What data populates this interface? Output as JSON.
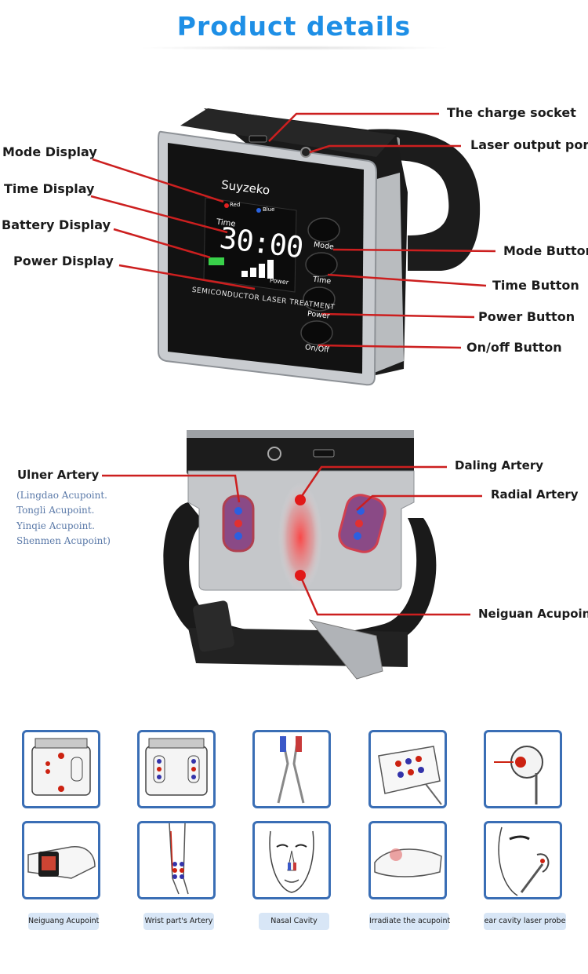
{
  "header": {
    "title": "Product details"
  },
  "device_top": {
    "brand": "Suyzeko",
    "screen": {
      "red_label": "Red",
      "blue_label": "Blue",
      "time_label": "Time",
      "time_value": "30:00",
      "power_label": "Power"
    },
    "bezel_text": "SEMICONDUCTOR LASER TREATMENT",
    "buttons": [
      "Mode",
      "Time",
      "Power",
      "On/Off"
    ]
  },
  "callouts_top": {
    "left": [
      "Mode Display",
      "Time Display",
      "Battery Display",
      "Power Display"
    ],
    "right": [
      "The charge socket",
      "Laser output port",
      "Mode Button",
      "Time Button",
      "Power Button",
      "On/off Button"
    ]
  },
  "callouts_bottom": {
    "ulner_artery": "Ulner Artery",
    "acupoints": [
      "(Lingdao Acupoint.",
      "Tongli Acupoint.",
      "Yinqie Acupoint.",
      "Shenmen Acupoint)"
    ],
    "daling_artery": "Daling Artery",
    "radial_artery": "Radial Artery",
    "neiguan_acupoint": "Neiguan Acupoint"
  },
  "gallery_captions": [
    "Neiguang Acupoint",
    "Wrist part's Artery",
    "Nasal Cavity",
    "Irradiate the acupoint",
    "ear cavity laser probe"
  ],
  "colors": {
    "title": "#1e8fe6",
    "callout_line": "#cc1f1f",
    "frame": "#3a6eb5",
    "caption_bg": "#d8e6f6"
  }
}
